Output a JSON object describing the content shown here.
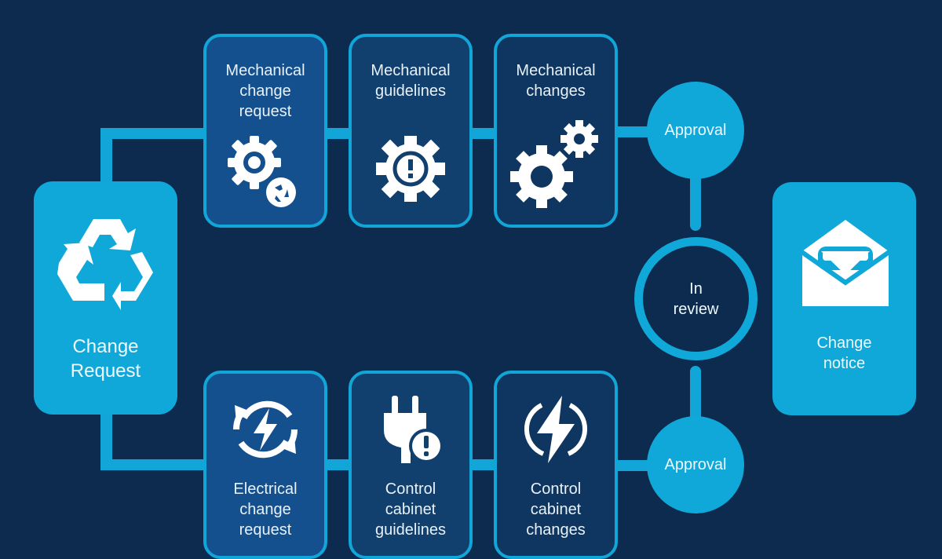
{
  "diagram": {
    "start": {
      "label_line1": "Change",
      "label_line2": "Request",
      "icon": "recycle-icon"
    },
    "end": {
      "label_line1": "Change",
      "label_line2": "notice",
      "icon": "open-envelope-icon"
    },
    "mechanical_track": [
      {
        "lines": [
          "Mechanical",
          "change",
          "request"
        ],
        "icon": "gear-with-cycle-icon"
      },
      {
        "lines": [
          "Mechanical",
          "guidelines"
        ],
        "icon": "gear-alert-icon"
      },
      {
        "lines": [
          "Mechanical",
          "changes"
        ],
        "icon": "gears-icon"
      }
    ],
    "electrical_track": [
      {
        "lines": [
          "Electrical",
          "change",
          "request"
        ],
        "icon": "lightning-refresh-icon"
      },
      {
        "lines": [
          "Control",
          "cabinet",
          "guidelines"
        ],
        "icon": "plug-alert-icon"
      },
      {
        "lines": [
          "Control",
          "cabinet",
          "changes"
        ],
        "icon": "lightning-circle-icon"
      }
    ],
    "approval_top": {
      "label": "Approval"
    },
    "review": {
      "line1": "In",
      "line2": "review"
    },
    "approval_bottom": {
      "label": "Approval"
    }
  },
  "colors": {
    "background": "#0d2b4f",
    "accent": "#12a6d8",
    "step_fill_1": "#14508e",
    "step_fill_2": "#113f6e",
    "step_fill_3": "#0f3660",
    "text": "#e8f1f8"
  }
}
